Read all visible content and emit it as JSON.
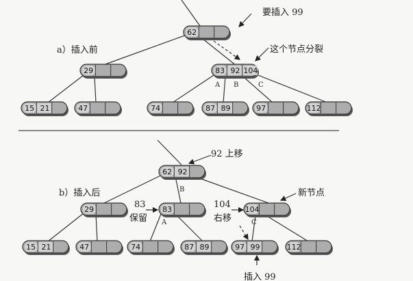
{
  "panel_a": {
    "caption": "a）插入前",
    "insert_note": "要插入 99",
    "split_note": "这个节点分裂",
    "pointer_labels": [
      "A",
      "B",
      "C"
    ],
    "nodes": {
      "root": [
        "62"
      ],
      "left": [
        "29"
      ],
      "right": [
        "83",
        "92",
        "104"
      ],
      "leaves": [
        [
          "15",
          "21"
        ],
        [
          "47"
        ],
        [
          "74"
        ],
        [
          "87",
          "89"
        ],
        [
          "97"
        ],
        [
          "112"
        ]
      ]
    }
  },
  "panel_b": {
    "caption": "b）插入后",
    "moved_up_note": "92 上移",
    "stay_note_num": "83",
    "stay_note_text": "保留",
    "move_right_note_num": "104",
    "move_right_note_text": "右移",
    "new_node_note": "新节点",
    "insert_note": "插入 99",
    "pointer_labels": [
      "B",
      "A",
      "C"
    ],
    "nodes": {
      "root": [
        "62",
        "92"
      ],
      "mid": [
        [
          "29"
        ],
        [
          "83"
        ],
        [
          "104"
        ]
      ],
      "leaves": [
        [
          "15",
          "21"
        ],
        [
          "47"
        ],
        [
          "74"
        ],
        [
          "87",
          "89"
        ],
        [
          "97",
          "99"
        ],
        [
          "112"
        ]
      ]
    }
  }
}
